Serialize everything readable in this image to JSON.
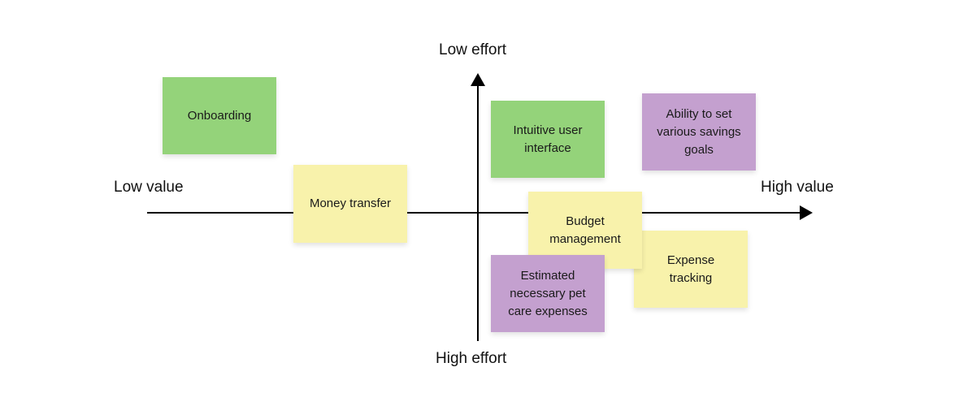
{
  "axes": {
    "top": "Low effort",
    "bottom": "High effort",
    "left": "Low value",
    "right": "High value"
  },
  "colors": {
    "green": "#94d37a",
    "yellow": "#f8f2ab",
    "purple": "#c4a0cf"
  },
  "notes": [
    {
      "text": "Onboarding",
      "color": "green"
    },
    {
      "text": "Money transfer",
      "color": "yellow"
    },
    {
      "text": "Intuitive user\ninterface",
      "color": "green"
    },
    {
      "text": "Ability to set\nvarious savings\ngoals",
      "color": "purple"
    },
    {
      "text": "Expense\ntracking",
      "color": "yellow"
    },
    {
      "text": "Budget\nmanagement",
      "color": "yellow"
    },
    {
      "text": "Estimated\nnecessary pet\ncare expenses",
      "color": "purple"
    }
  ]
}
